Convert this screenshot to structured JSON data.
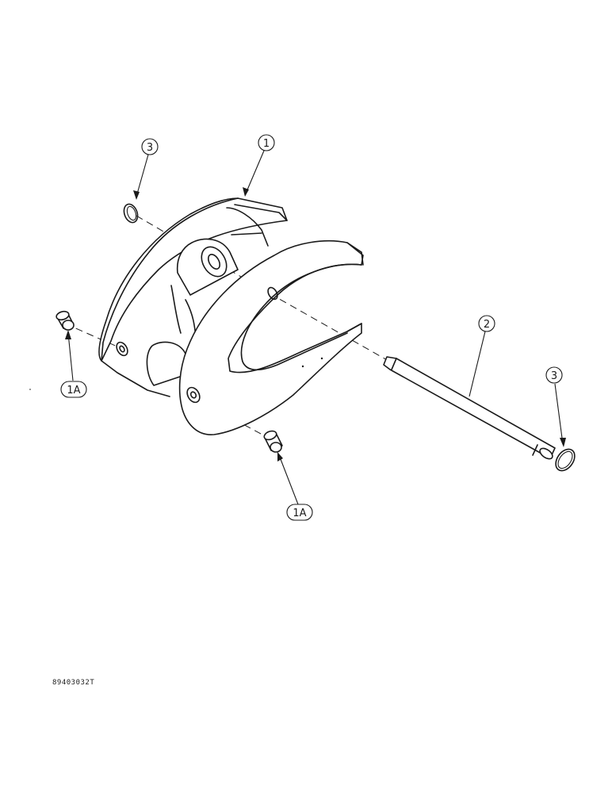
{
  "callouts": {
    "c3_top": "3",
    "c1": "1",
    "c2": "2",
    "c3_right": "3",
    "c1a_left": "1A",
    "c1a_bottom": "1A"
  },
  "figure_number": "89403032T"
}
